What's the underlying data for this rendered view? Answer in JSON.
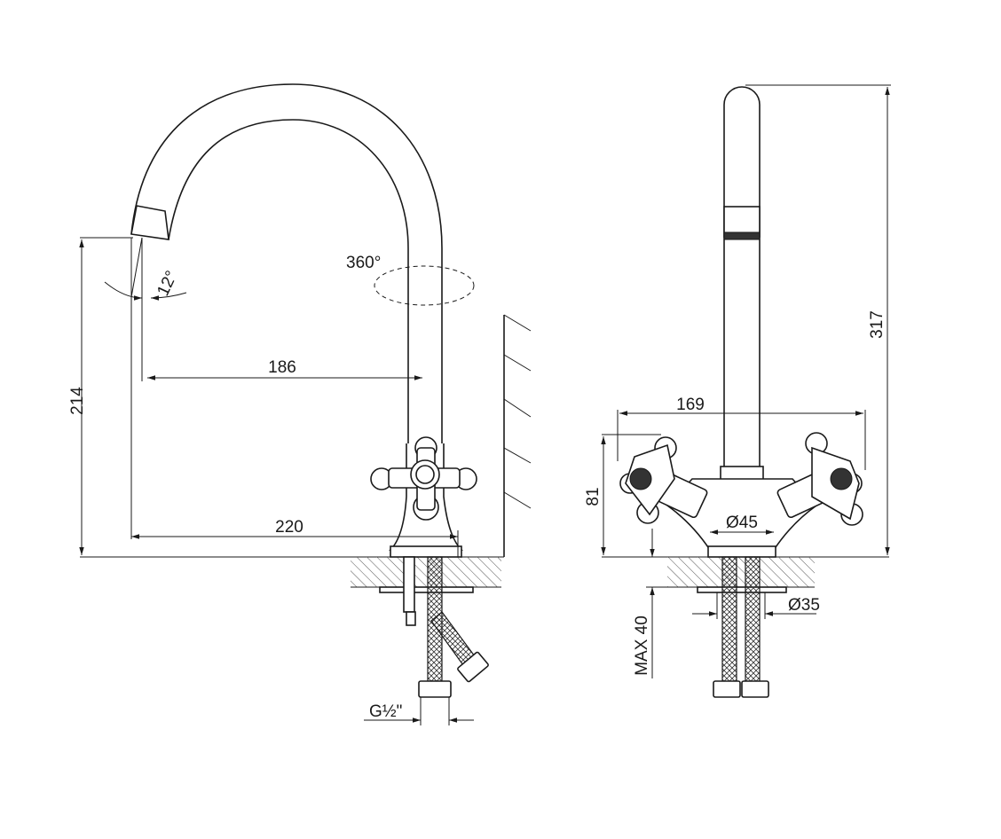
{
  "dimensions": {
    "height_spout": "214",
    "reach": "186",
    "base_depth": "220",
    "angle": "12°",
    "rotation": "360°",
    "connection": "G½\"",
    "total_height": "317",
    "handle_span": "169",
    "handle_height": "81",
    "body_diameter": "Ø45",
    "hole_diameter": "Ø35",
    "max_thickness": "MAX 40"
  },
  "colors": {
    "line": "#1a1a1a",
    "background": "#ffffff",
    "hatch": "#555555"
  }
}
